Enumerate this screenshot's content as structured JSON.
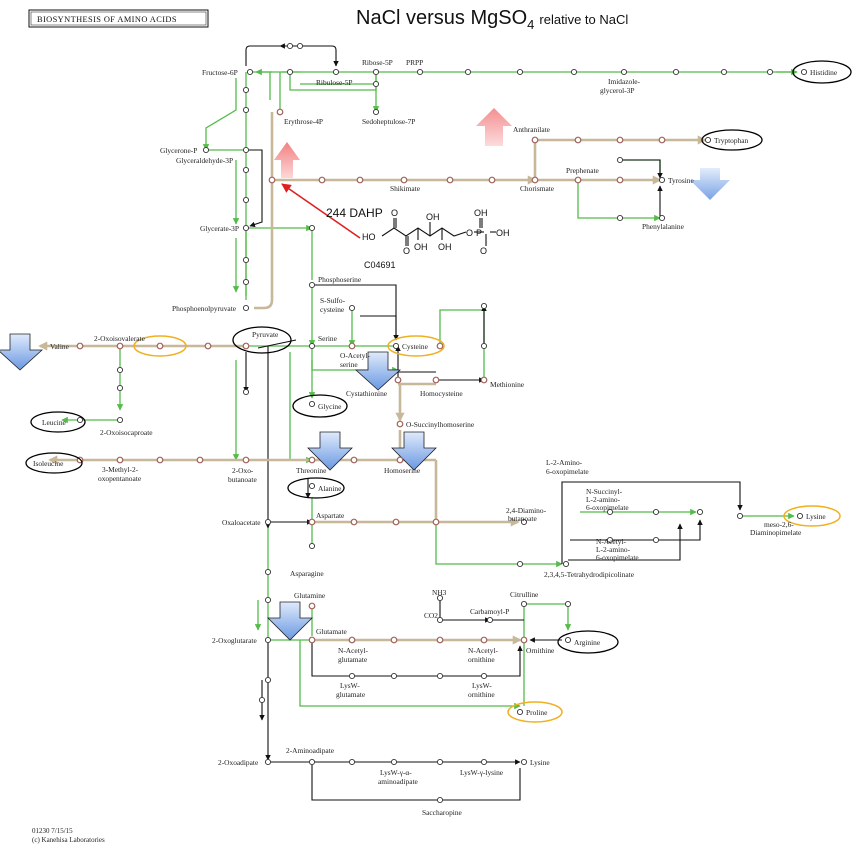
{
  "header": {
    "map_name": "BIOSYNTHESIS OF AMINO ACIDS",
    "title": "NaCl versus MgSO",
    "title_subscript": "4",
    "title_suffix": "relative to NaCl"
  },
  "callout": {
    "label": "244 DAHP",
    "compound_id": "C04691",
    "atoms": {
      "ho": "HO",
      "oh": "OH",
      "o": "O",
      "p": "P"
    }
  },
  "metabolites": {
    "fructose_6p": "Fructose-6P",
    "ribulose_5p": "Ribulose-5P",
    "ribose_5p": "Ribose-5P",
    "prpp": "PRPP",
    "imidazole_glycerol_3p_a": "Imidazole-",
    "imidazole_glycerol_3p_b": "glycerol-3P",
    "histidine": "Histidine",
    "erythrose_4p": "Erythrose-4P",
    "sedoheptulose_7p": "Sedoheptulose-7P",
    "anthranilate": "Anthranilate",
    "tryptophan": "Tryptophan",
    "glycerone_p": "Glycerone-P",
    "glyceraldehyde_3p": "Glyceraldehyde-3P",
    "shikimate": "Shikimate",
    "chorismate": "Chorismate",
    "prephenate": "Prephenate",
    "tyrosine": "Tyrosine",
    "phenylalanine": "Phenylalanine",
    "glycerate_3p": "Glycerate-3P",
    "phosphoserine": "Phosphoserine",
    "phosphoenolpyruvate": "Phosphoenolpyruvate",
    "s_sulfo_cysteine_a": "S-Sulfo-",
    "s_sulfo_cysteine_b": "cysteine",
    "oxoisovalerate": "2-Oxoisovalerate",
    "valine": "Valine",
    "pyruvate": "Pyruvate",
    "serine": "Serine",
    "cysteine": "Cysteine",
    "o_acetyl_serine_a": "O-Acetyl-",
    "o_acetyl_serine_b": "serine",
    "cystathionine": "Cystathionine",
    "homocysteine": "Homocysteine",
    "methionine": "Methionine",
    "leucine": "Leucine",
    "oxoisocaproate": "2-Oxoisocaproate",
    "glycine": "Glycine",
    "o_succinylhomoserine": "O-Succinylhomoserine",
    "isoleucine": "Isoleucine",
    "methyl_oxopentanoate_a": "3-Methyl-2-",
    "methyl_oxopentanoate_b": "oxopentanoate",
    "oxobutanoate_a": "2-Oxo-",
    "oxobutanoate_b": "butanoate",
    "threonine": "Threonine",
    "homoserine": "Homoserine",
    "l2_amino_6_oxopimelate_a": "L-2-Amino-",
    "l2_amino_6_oxopimelate_b": "6-oxopimelate",
    "alanine": "Alanine",
    "oxaloacetate": "Oxaloacetate",
    "aspartate": "Aspartate",
    "diaminobutanoate_a": "2,4-Diamino-",
    "diaminobutanoate_b": "butanoate",
    "n_succinyl_a": "N-Succinyl-",
    "n_succinyl_b": "L-2-amino-",
    "n_succinyl_c": "6-oxopimelate",
    "lysine": "Lysine",
    "meso_dap_a": "meso-2,6-",
    "meso_dap_b": "Diaminopimelate",
    "n_acetyl_amino_a": "N-Acetyl-",
    "n_acetyl_amino_b": "L-2-amino-",
    "n_acetyl_amino_c": "6-oxopimelate",
    "asparagine": "Asparagine",
    "tetrahydrodipicolinate": "2,3,4,5-Tetrahydrodipicolinate",
    "nh3": "NH3",
    "citrulline": "Citrulline",
    "glutamine": "Glutamine",
    "co2": "CO2",
    "carbamoyl_p": "Carbamoyl-P",
    "oxoglutarate": "2-Oxoglutarate",
    "glutamate": "Glutamate",
    "arginine": "Arginine",
    "ornithine": "Ornithine",
    "n_acetyl_glutamate_a": "N-Acetyl-",
    "n_acetyl_glutamate_b": "glutamate",
    "n_acetyl_ornithine_a": "N-Acetyl-",
    "n_acetyl_ornithine_b": "ornithine",
    "lysw_glutamate_a": "LysW-",
    "lysw_glutamate_b": "glutamate",
    "lysw_ornithine_a": "LysW-",
    "lysw_ornithine_b": "ornithine",
    "proline": "Proline",
    "aminoadipate": "2-Aminoadipate",
    "oxoadipate": "2-Oxoadipate",
    "lysine_bottom": "Lysine",
    "lysw_aminoadipate_a": "LysW-γ-α-",
    "lysw_aminoadipate_b": "aminoadipate",
    "lysw_lysine": "LysW-γ-lysine",
    "saccharopine": "Saccharopine"
  },
  "footer": {
    "map_id_date": "01230 7/15/15",
    "copyright": "(c) Kanehisa Laboratories"
  },
  "colors": {
    "up_arrow": "#f2797a",
    "down_arrow": "#7fa9e8",
    "highlight_black": "#000000",
    "highlight_orange": "#f0b020",
    "edge_green": "#55bb4a",
    "edge_beige": "#c8b89a",
    "callout_red": "#e02020"
  }
}
